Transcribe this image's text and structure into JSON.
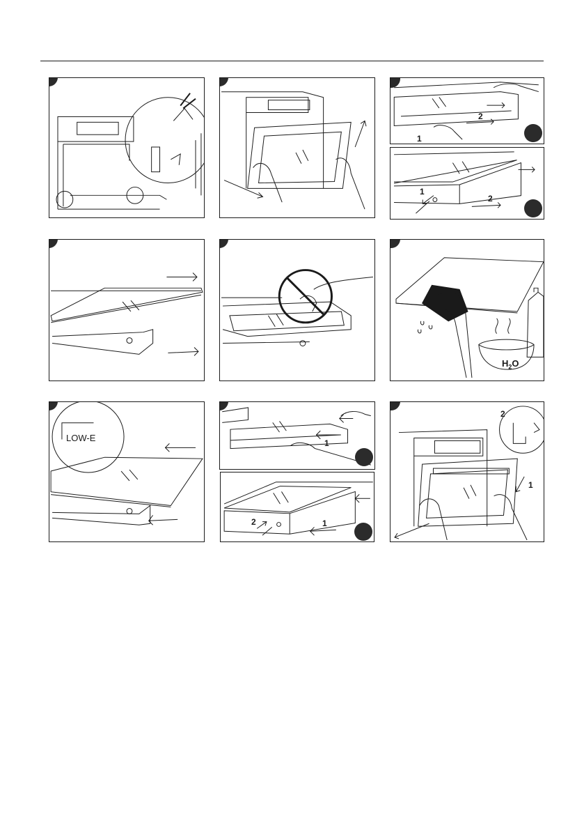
{
  "panel3a": {
    "label1": "1",
    "label2": "2"
  },
  "panel3b": {
    "label1": "1",
    "label2": "2"
  },
  "panel6": {
    "h": "H",
    "sub": "2",
    "o": "O"
  },
  "panel7": {
    "callout": "LOW-E"
  },
  "panel8a": {
    "label1": "1"
  },
  "panel8b": {
    "label1": "1",
    "label2": "2"
  },
  "panel9": {
    "label1": "1",
    "label2": "2"
  }
}
